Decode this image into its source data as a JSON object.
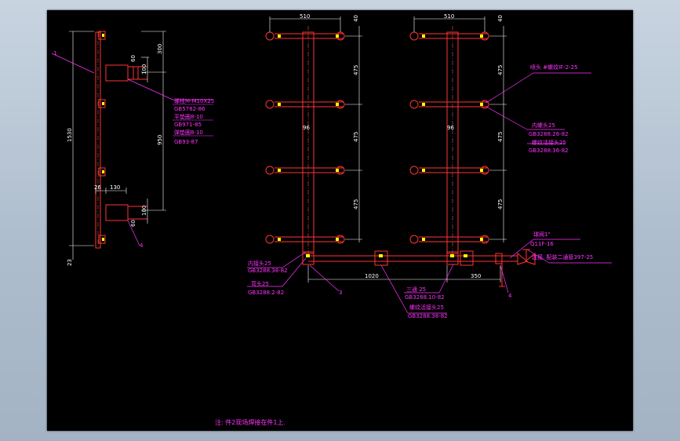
{
  "background_color": "#000000",
  "colors": {
    "dim": "#ffffff",
    "pipe": "#ff3333",
    "leader": "#ff33ff",
    "fitting": "#ff6666"
  },
  "left_view": {
    "callout_top": "1",
    "callout_bottom": "4",
    "dims": {
      "total": "1530",
      "top_off": "300",
      "a60": "60",
      "a100": "100",
      "mid": "950",
      "bot100": "100",
      "bot60": "60",
      "base": "23",
      "w26": "26",
      "w130": "130"
    },
    "spec": [
      "螺栓M-M10X25",
      "GB5782-86",
      "平垫圈8-10",
      "GB971-85",
      "弹垫圈8-10",
      "GB93-87"
    ]
  },
  "manifold": {
    "top_width": "510",
    "top_right": "40",
    "spacing": "475",
    "pipe_label": "96"
  },
  "bottom_dims": {
    "len1": "1020",
    "len2": "350"
  },
  "labels": {
    "nozzle": "喷头 #螺纹IF-2-25",
    "elbow1": "内螺头25",
    "elbow1_std": "GB3288.26-82",
    "elbow2": "螺纹活接头25",
    "elbow2_std": "GB3288.36-82",
    "valve": "球阀1\"",
    "valve_std": "Q11F-16",
    "conn": "连接. 配装二通管397-25",
    "left_a": "内接头25",
    "left_a_std": "GB3288.38-82",
    "left_b": "弯头25",
    "left_b_std": "GB3288.2-82",
    "tee": "三通 25",
    "tee_std": "GB3288.10-82",
    "union": "螺纹活接头25",
    "union_std": "GB3288.38-82",
    "callout_3": "3",
    "callout_4": "4"
  },
  "note": "注: 件2现场焊接在件1上."
}
